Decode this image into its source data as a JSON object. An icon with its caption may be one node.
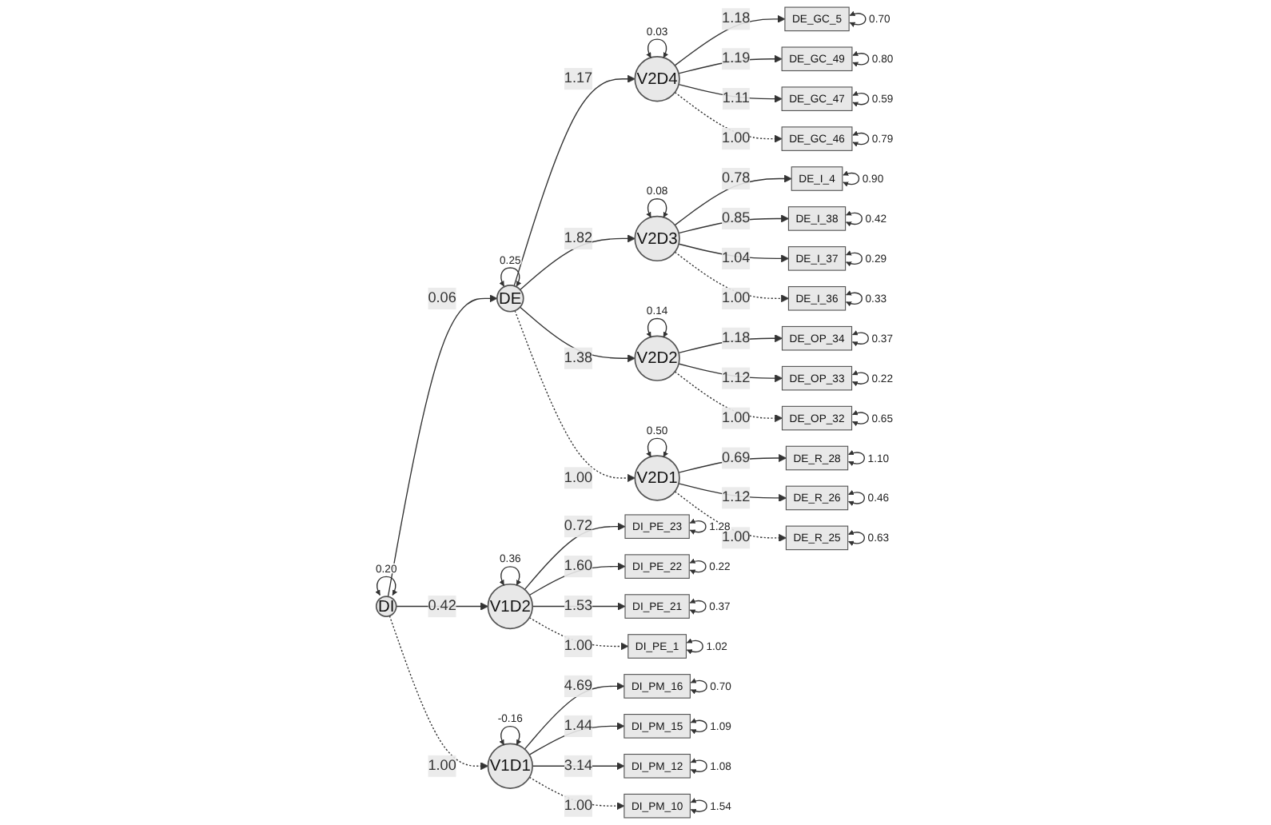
{
  "diagram": {
    "nodes": [
      {
        "text": [
          "DI"
        ]
      },
      {
        "text": [
          "DE"
        ]
      },
      {
        "text": [
          "V1D2"
        ]
      },
      {
        "text": [
          "V1D1"
        ]
      },
      {
        "text": [
          "V2D4"
        ]
      },
      {
        "text": [
          "V2D3"
        ]
      },
      {
        "text": [
          "V2D2"
        ]
      },
      {
        "text": [
          "V2D1"
        ]
      },
      {
        "text": [
          "DI_PE_23"
        ]
      },
      {
        "text": [
          "DI_PE_22"
        ]
      },
      {
        "text": [
          "DI_PE_21"
        ]
      },
      {
        "text": [
          "DI_PE_1"
        ]
      },
      {
        "text": [
          "DI_PM_16"
        ]
      },
      {
        "text": [
          "DI_PM_15"
        ]
      },
      {
        "text": [
          "DI_PM_12"
        ]
      },
      {
        "text": [
          "DI_PM_10"
        ]
      },
      {
        "text": [
          "DE_GC_5"
        ]
      },
      {
        "text": [
          "DE_GC_49"
        ]
      },
      {
        "text": [
          "DE_GC_47"
        ]
      },
      {
        "text": [
          "DE_GC_46"
        ]
      },
      {
        "text": [
          "DE_I_4"
        ]
      },
      {
        "text": [
          "DE_I_38"
        ]
      },
      {
        "text": [
          "DE_I_37"
        ]
      },
      {
        "text": [
          "DE_I_36"
        ]
      },
      {
        "text": [
          "DE_OP_34"
        ]
      },
      {
        "text": [
          "DE_OP_33"
        ]
      },
      {
        "text": [
          "DE_OP_32"
        ]
      },
      {
        "text": [
          "DE_R_28"
        ]
      },
      {
        "text": [
          "DE_R_26"
        ]
      },
      {
        "text": [
          "DE_R_25"
        ]
      }
    ],
    "edges": [
      {
        "from": 0,
        "to": 1,
        "arrow": "to",
        "label": "0.06"
      },
      {
        "from": 0,
        "to": 2,
        "arrow": "to",
        "label": "0.42"
      },
      {
        "from": 0,
        "to": 3,
        "arrow": "to",
        "label": "1.00",
        "style": "dashed"
      },
      {
        "from": 1,
        "to": 4,
        "arrow": "to",
        "label": "1.17"
      },
      {
        "from": 1,
        "to": 5,
        "arrow": "to",
        "label": "1.82"
      },
      {
        "from": 1,
        "to": 6,
        "arrow": "to",
        "label": "1.38"
      },
      {
        "from": 1,
        "to": 7,
        "arrow": "to",
        "label": "1.00",
        "style": "dashed"
      },
      {
        "from": 2,
        "to": 8,
        "arrow": "to",
        "label": "0.72"
      },
      {
        "from": 2,
        "to": 9,
        "arrow": "to",
        "label": "1.60"
      },
      {
        "from": 2,
        "to": 10,
        "arrow": "to",
        "label": "1.53"
      },
      {
        "from": 2,
        "to": 11,
        "arrow": "to",
        "label": "1.00",
        "style": "dashed"
      },
      {
        "from": 3,
        "to": 12,
        "arrow": "to",
        "label": "4.69"
      },
      {
        "from": 3,
        "to": 13,
        "arrow": "to",
        "label": "1.44"
      },
      {
        "from": 3,
        "to": 14,
        "arrow": "to",
        "label": "3.14"
      },
      {
        "from": 3,
        "to": 15,
        "arrow": "to",
        "label": "1.00",
        "style": "dashed"
      },
      {
        "from": 4,
        "to": 16,
        "arrow": "to",
        "label": "1.18"
      },
      {
        "from": 4,
        "to": 17,
        "arrow": "to",
        "label": "1.19"
      },
      {
        "from": 4,
        "to": 18,
        "arrow": "to",
        "label": "1.11"
      },
      {
        "from": 4,
        "to": 19,
        "arrow": "to",
        "label": "1.00",
        "style": "dashed"
      },
      {
        "from": 5,
        "to": 20,
        "arrow": "to",
        "label": "0.78"
      },
      {
        "from": 5,
        "to": 21,
        "arrow": "to",
        "label": "0.85"
      },
      {
        "from": 5,
        "to": 22,
        "arrow": "to",
        "label": "1.04"
      },
      {
        "from": 5,
        "to": 23,
        "arrow": "to",
        "label": "1.00",
        "style": "dashed"
      },
      {
        "from": 6,
        "to": 24,
        "arrow": "to",
        "label": "1.18"
      },
      {
        "from": 6,
        "to": 25,
        "arrow": "to",
        "label": "1.12"
      },
      {
        "from": 6,
        "to": 26,
        "arrow": "to",
        "label": "1.00",
        "style": "dashed"
      },
      {
        "from": 7,
        "to": 27,
        "arrow": "to",
        "label": "0.69"
      },
      {
        "from": 7,
        "to": 28,
        "arrow": "to",
        "label": "1.12"
      },
      {
        "from": 7,
        "to": 29,
        "arrow": "to",
        "label": "1.00",
        "style": "dashed"
      },
      {
        "from": 0,
        "to": 0,
        "arrow": "both",
        "label": "0.20"
      },
      {
        "from": 1,
        "to": 1,
        "arrow": "both",
        "label": "0.25"
      },
      {
        "from": 2,
        "to": 2,
        "arrow": "both",
        "label": "0.36"
      },
      {
        "from": 3,
        "to": 3,
        "arrow": "both",
        "label": "-0.16"
      },
      {
        "from": 4,
        "to": 4,
        "arrow": "both",
        "label": "0.03"
      },
      {
        "from": 5,
        "to": 5,
        "arrow": "both",
        "label": "0.08"
      },
      {
        "from": 6,
        "to": 6,
        "arrow": "both",
        "label": "0.14"
      },
      {
        "from": 7,
        "to": 7,
        "arrow": "both",
        "label": "0.50"
      },
      {
        "from": 8,
        "to": 8,
        "arrow": "both",
        "label": "1.28"
      },
      {
        "from": 9,
        "to": 9,
        "arrow": "both",
        "label": "0.22"
      },
      {
        "from": 10,
        "to": 10,
        "arrow": "both",
        "label": "0.37"
      },
      {
        "from": 11,
        "to": 11,
        "arrow": "both",
        "label": "1.02"
      },
      {
        "from": 12,
        "to": 12,
        "arrow": "both",
        "label": "0.70"
      },
      {
        "from": 13,
        "to": 13,
        "arrow": "both",
        "label": "1.09"
      },
      {
        "from": 14,
        "to": 14,
        "arrow": "both",
        "label": "1.08"
      },
      {
        "from": 15,
        "to": 15,
        "arrow": "both",
        "label": "1.54"
      },
      {
        "from": 16,
        "to": 16,
        "arrow": "both",
        "label": "0.70"
      },
      {
        "from": 17,
        "to": 17,
        "arrow": "both",
        "label": "0.80"
      },
      {
        "from": 18,
        "to": 18,
        "arrow": "both",
        "label": "0.59"
      },
      {
        "from": 19,
        "to": 19,
        "arrow": "both",
        "label": "0.79"
      },
      {
        "from": 20,
        "to": 20,
        "arrow": "both",
        "label": "0.90"
      },
      {
        "from": 21,
        "to": 21,
        "arrow": "both",
        "label": "0.42"
      },
      {
        "from": 22,
        "to": 22,
        "arrow": "both",
        "label": "0.29"
      },
      {
        "from": 23,
        "to": 23,
        "arrow": "both",
        "label": "0.33"
      },
      {
        "from": 24,
        "to": 24,
        "arrow": "both",
        "label": "0.37"
      },
      {
        "from": 25,
        "to": 25,
        "arrow": "both",
        "label": "0.22"
      },
      {
        "from": 26,
        "to": 26,
        "arrow": "both",
        "label": "0.65"
      },
      {
        "from": 27,
        "to": 27,
        "arrow": "both",
        "label": "1.10"
      },
      {
        "from": 28,
        "to": 28,
        "arrow": "both",
        "label": "0.46"
      },
      {
        "from": 29,
        "to": 29,
        "arrow": "both",
        "label": "0.63"
      }
    ]
  }
}
